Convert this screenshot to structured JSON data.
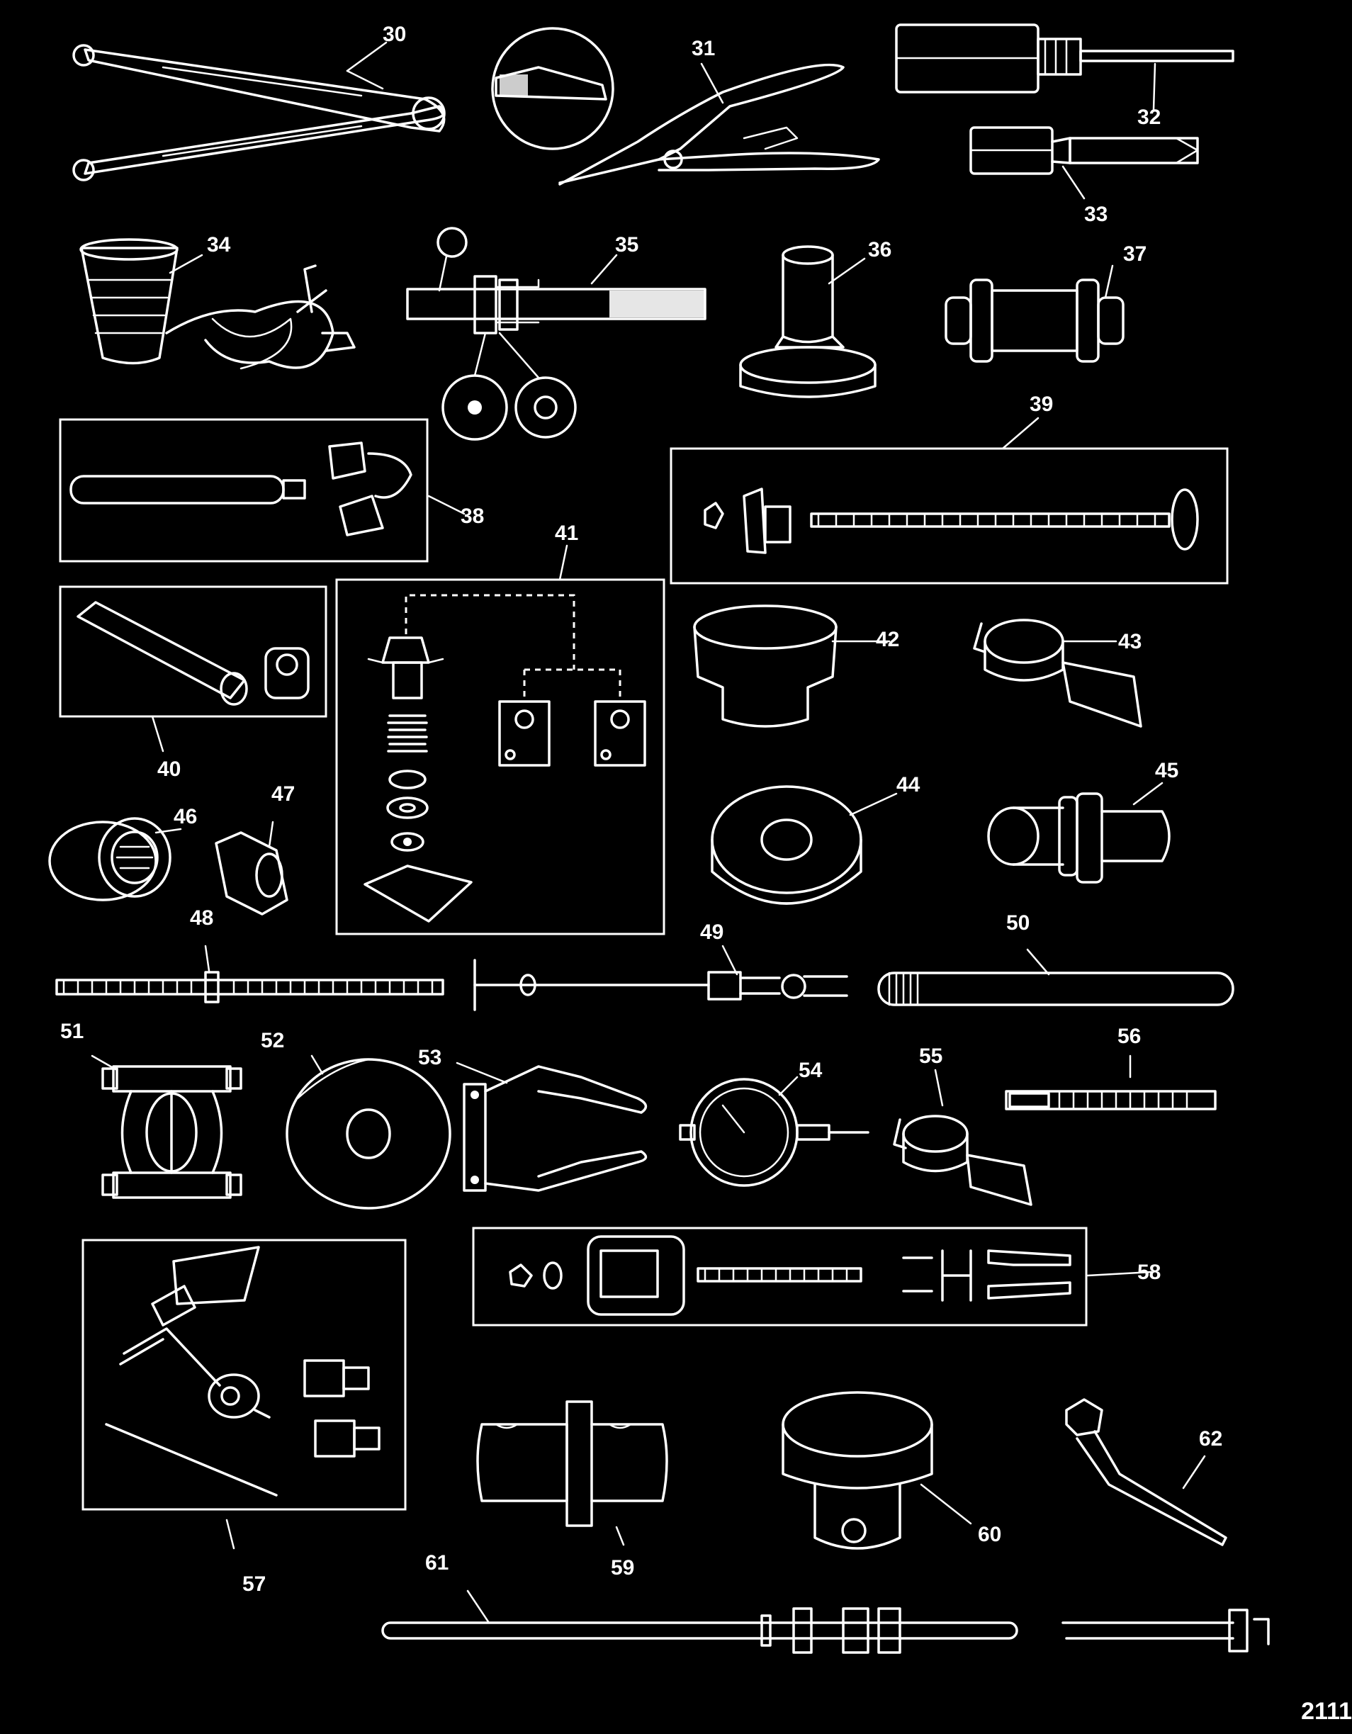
{
  "callouts": [
    "30",
    "31",
    "32",
    "33",
    "34",
    "35",
    "36",
    "37",
    "38",
    "39",
    "40",
    "41",
    "42",
    "43",
    "44",
    "45",
    "46",
    "47",
    "48",
    "49",
    "50",
    "51",
    "52",
    "53",
    "54",
    "55",
    "56",
    "57",
    "58",
    "59",
    "60",
    "61",
    "62"
  ],
  "figure_ref": "2111",
  "colors": {
    "background": "#000000",
    "line": "#ffffff"
  }
}
